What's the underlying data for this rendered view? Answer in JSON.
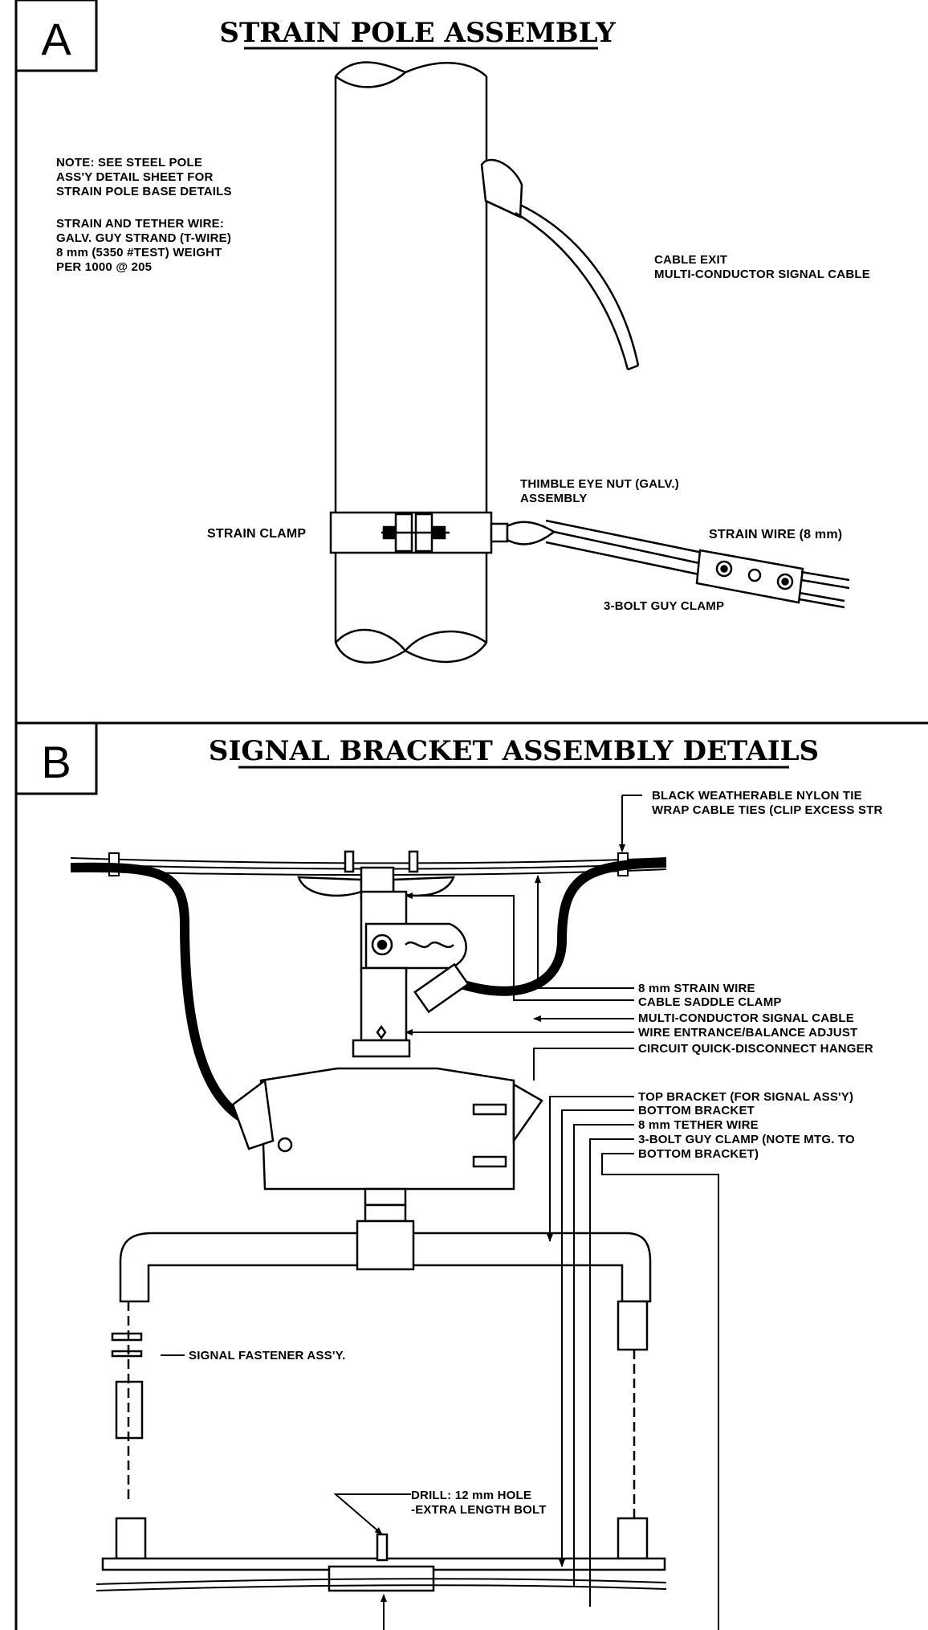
{
  "panel_a": {
    "letter": "A",
    "title": "STRAIN POLE ASSEMBLY",
    "note_lines": [
      "NOTE: SEE STEEL POLE",
      "ASS'Y DETAIL SHEET FOR",
      "STRAIN POLE BASE DETAILS"
    ],
    "wire_lines": [
      "STRAIN AND TETHER WIRE:",
      "GALV. GUY STRAND (T-WIRE)",
      "8 mm (5350 #TEST) WEIGHT",
      "PER 1000 @ 205"
    ],
    "cable_exit_lines": [
      "CABLE EXIT",
      "MULTI-CONDUCTOR SIGNAL CABLE"
    ],
    "thimble_lines": [
      "THIMBLE EYE NUT (GALV.)",
      "ASSEMBLY"
    ],
    "strain_clamp": "STRAIN CLAMP",
    "strain_wire": "STRAIN WIRE (8 mm)",
    "guy_clamp": "3-BOLT GUY CLAMP"
  },
  "panel_b": {
    "letter": "B",
    "title": "SIGNAL BRACKET ASSEMBLY DETAILS",
    "tie_lines": [
      "BLACK WEATHERABLE NYLON TIE",
      "WRAP CABLE TIES (CLIP EXCESS STR"
    ],
    "callouts_1": [
      "8 mm STRAIN WIRE",
      "CABLE SADDLE CLAMP",
      "MULTI-CONDUCTOR SIGNAL CABLE",
      "WIRE ENTRANCE/BALANCE ADJUST",
      "CIRCUIT QUICK-DISCONNECT HANGER"
    ],
    "callouts_2": [
      "TOP BRACKET (FOR SIGNAL ASS'Y)",
      "BOTTOM BRACKET",
      "8 mm TETHER WIRE",
      "3-BOLT GUY CLAMP (NOTE MTG. TO",
      "BOTTOM BRACKET)"
    ],
    "fastener": "SIGNAL FASTENER ASS'Y.",
    "drill_lines": [
      "DRILL: 12 mm HOLE",
      "-EXTRA LENGTH BOLT"
    ]
  }
}
